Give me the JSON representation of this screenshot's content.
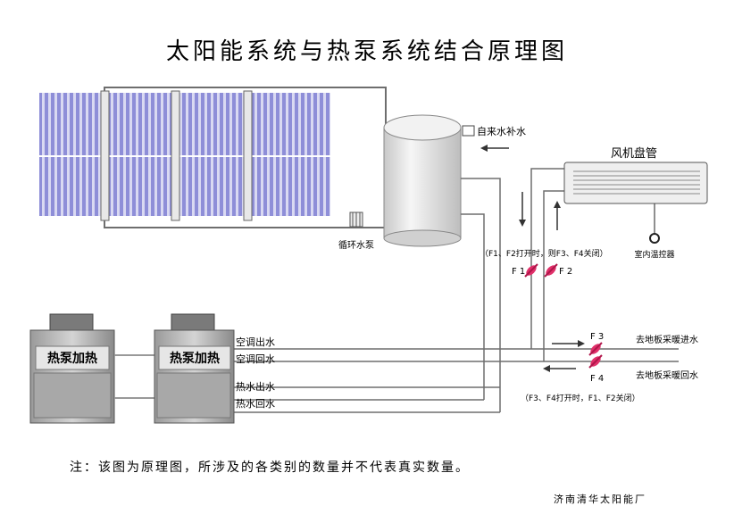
{
  "title": "太阳能系统与热泵系统结合原理图",
  "labels": {
    "mains_water": "自来水补水",
    "circulation_pump": "循环水泵",
    "fan_coil": "风机盘管",
    "thermostat": "室内温控器",
    "ac_out": "空调出水",
    "ac_return": "空调回水",
    "hot_out": "热水出水",
    "hot_return": "热水回水",
    "floor_in": "去地板采暖进水",
    "floor_return": "去地板采暖回水"
  },
  "heat_pump_label": "热泵加热",
  "valves": {
    "f1": "F 1",
    "f2": "F 2",
    "f3": "F 3",
    "f4": "F 4"
  },
  "notes": {
    "fan_mode": "（F1、F2打开时，则F3、F4关闭）",
    "floor_mode": "（F3、F4打开时，F1、F2关闭）",
    "disclaimer": "注：该图为原理图，所涉及的各类别的数量并不代表真实数量。",
    "company": "济南清华太阳能厂"
  },
  "colors": {
    "pipe": "#6e6e6e",
    "valve": "#e0306a",
    "collector": "#8e8ed8",
    "tank": "#dcdcdc"
  }
}
